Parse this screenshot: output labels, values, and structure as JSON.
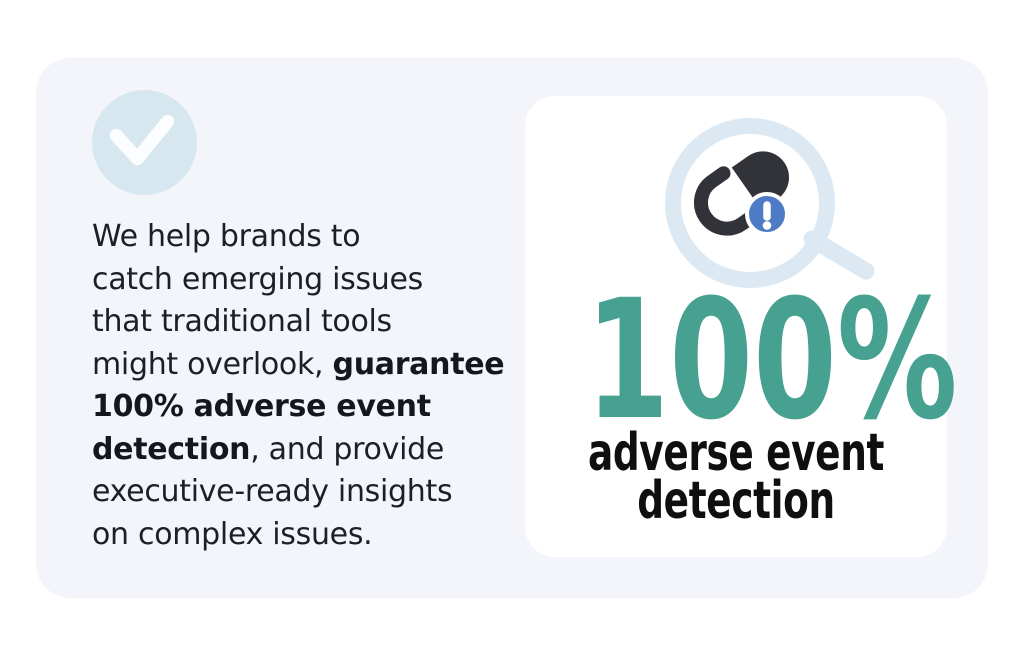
{
  "canvas": {
    "background": "#ffffff"
  },
  "panel": {
    "background": "#f3f5fa"
  },
  "icons": {
    "check_circle_color": "#d7e7f0",
    "check_color": "#fbfdfe",
    "magnifier_ring_color": "#dce9f3",
    "pill_color": "#313338",
    "alert_badge_color": "#4e7bc5",
    "alert_mark_color": "#ffffff"
  },
  "description": {
    "full_text": "We help brands to catch emerging issues that traditional tools might overlook, guarantee 100% adverse event detection, and provide executive-ready insights on complex issues.",
    "lines": [
      [
        {
          "t": "We help brands to",
          "b": false
        }
      ],
      [
        {
          "t": "catch emerging issues",
          "b": false
        }
      ],
      [
        {
          "t": "that traditional tools",
          "b": false
        }
      ],
      [
        {
          "t": "might overlook, ",
          "b": false
        },
        {
          "t": "guarantee",
          "b": true
        }
      ],
      [
        {
          "t": "100% adverse event",
          "b": true
        }
      ],
      [
        {
          "t": "detection",
          "b": true
        },
        {
          "t": ", and provide",
          "b": false
        }
      ],
      [
        {
          "t": "executive-ready insights",
          "b": false
        }
      ],
      [
        {
          "t": "on complex issues.",
          "b": false
        }
      ]
    ]
  },
  "stat": {
    "value": "100%",
    "value_color": "#47a190",
    "label_lines": [
      "adverse event",
      "detection"
    ],
    "label_color": "#0e0f11"
  }
}
